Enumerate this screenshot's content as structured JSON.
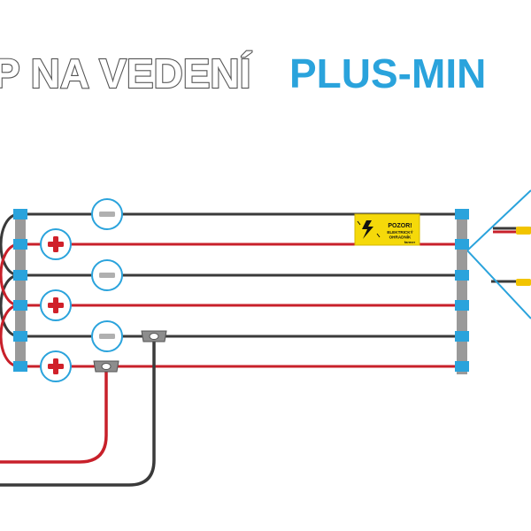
{
  "title": {
    "part1": "P NA VEDENÍ",
    "part2": "PLUS-MIN"
  },
  "polarity": {
    "minus": "−",
    "plus": "+"
  },
  "warning_sign": {
    "heading": "POZOR!",
    "line1": "ELEKTRICKÝ",
    "line2": "OHRADNÍK",
    "brand": "farmer"
  },
  "colors": {
    "title_outline": "#555555",
    "title_accent": "#2aa3dc",
    "negative_wire": "#3a3a3a",
    "positive_wire": "#c8202a",
    "post_insulator": "#2aa3dc",
    "post_body": "#9a9a9a",
    "sign_background": "#f5d90a",
    "gate_handle": "#2aa3dc",
    "plus_circle_fill": "#d0202a"
  },
  "icons": [
    "minus-circle-icon",
    "plus-circle-icon",
    "connector-clamp-icon",
    "warning-lightning-icon"
  ]
}
